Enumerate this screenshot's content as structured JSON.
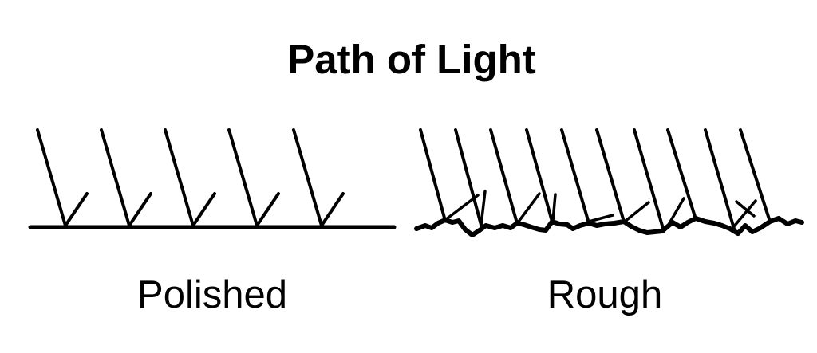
{
  "title": {
    "text": "Path of Light"
  },
  "colors": {
    "ink": "#000000",
    "background": "#ffffff"
  },
  "panels": {
    "polished": {
      "label": "Polished",
      "surface": {
        "points": [
          [
            38,
            285
          ],
          [
            494,
            285
          ]
        ],
        "stroke_width": 5
      },
      "incident_stroke_width": 4,
      "reflected_stroke_width": 4,
      "incident_rays": [
        [
          47,
          163,
          82,
          283
        ],
        [
          127,
          163,
          162,
          283
        ],
        [
          207,
          163,
          242,
          283
        ],
        [
          287,
          163,
          322,
          283
        ],
        [
          368,
          163,
          403,
          283
        ]
      ],
      "reflected_rays": [
        [
          82,
          283,
          109,
          243
        ],
        [
          162,
          283,
          189,
          243
        ],
        [
          242,
          283,
          269,
          243
        ],
        [
          322,
          283,
          349,
          243
        ],
        [
          403,
          283,
          430,
          243
        ]
      ]
    },
    "rough": {
      "label": "Rough",
      "surface": {
        "points": [
          [
            522,
            287
          ],
          [
            533,
            283
          ],
          [
            541,
            286
          ],
          [
            549,
            280
          ],
          [
            558,
            276
          ],
          [
            567,
            279
          ],
          [
            575,
            277
          ],
          [
            583,
            288
          ],
          [
            592,
            295
          ],
          [
            601,
            289
          ],
          [
            609,
            283
          ],
          [
            620,
            286
          ],
          [
            630,
            283
          ],
          [
            640,
            286
          ],
          [
            648,
            280
          ],
          [
            657,
            282
          ],
          [
            666,
            285
          ],
          [
            676,
            288
          ],
          [
            684,
            289
          ],
          [
            692,
            278
          ],
          [
            701,
            281
          ],
          [
            711,
            282
          ],
          [
            718,
            287
          ],
          [
            727,
            283
          ],
          [
            738,
            280
          ],
          [
            748,
            283
          ],
          [
            758,
            281
          ],
          [
            770,
            280
          ],
          [
            782,
            278
          ],
          [
            791,
            284
          ],
          [
            801,
            289
          ],
          [
            811,
            292
          ],
          [
            830,
            290
          ],
          [
            843,
            279
          ],
          [
            853,
            285
          ],
          [
            862,
            279
          ],
          [
            872,
            274
          ],
          [
            884,
            278
          ],
          [
            895,
            280
          ],
          [
            905,
            283
          ],
          [
            915,
            287
          ],
          [
            925,
            293
          ],
          [
            934,
            283
          ],
          [
            943,
            291
          ],
          [
            953,
            286
          ],
          [
            965,
            278
          ],
          [
            976,
            274
          ],
          [
            987,
            281
          ],
          [
            997,
            277
          ],
          [
            1005,
            279
          ]
        ],
        "stroke_width": 6
      },
      "incident_stroke_width": 4,
      "reflected_stroke_width": 3.5,
      "incident_rays": [
        [
          527,
          163,
          558,
          277
        ],
        [
          571,
          163,
          604,
          286
        ],
        [
          615,
          163,
          648,
          280
        ],
        [
          660,
          163,
          692,
          278
        ],
        [
          704,
          163,
          738,
          280
        ],
        [
          748,
          163,
          782,
          278
        ],
        [
          795,
          163,
          832,
          290
        ],
        [
          837,
          163,
          872,
          275
        ],
        [
          884,
          163,
          920,
          287
        ],
        [
          928,
          163,
          965,
          278
        ]
      ],
      "reflected_rays": [
        [
          558,
          276,
          599,
          245
        ],
        [
          603,
          282,
          608,
          240
        ],
        [
          650,
          278,
          676,
          243
        ],
        [
          693,
          277,
          696,
          244
        ],
        [
          738,
          278,
          768,
          270
        ],
        [
          783,
          278,
          813,
          254
        ],
        [
          835,
          287,
          857,
          249
        ],
        [
          920,
          284,
          947,
          252
        ],
        [
          923,
          253,
          945,
          271
        ]
      ]
    }
  }
}
